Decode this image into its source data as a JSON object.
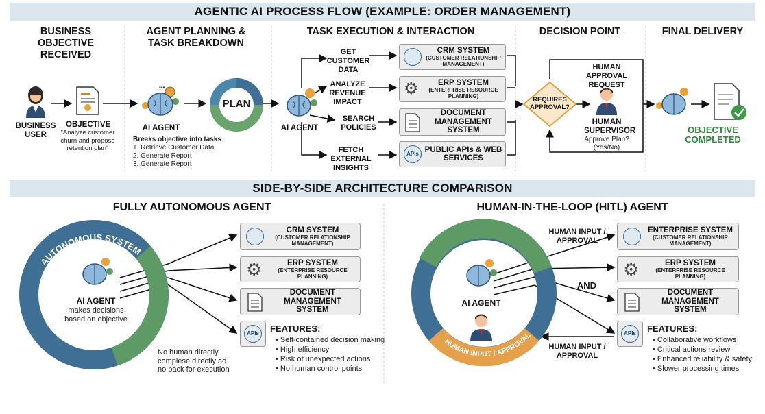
{
  "top_banner": "AGENTIC AI PROCESS FLOW (EXAMPLE: ORDER MANAGEMENT)",
  "stages": {
    "s1": "BUSINESS OBJECTIVE RECEIVED",
    "s2": "AGENT PLANNING & TASK BREAKDOWN",
    "s3": "TASK EXECUTION & INTERACTION",
    "s4": "DECISION POINT",
    "s5": "FINAL DELIVERY"
  },
  "flow": {
    "business_user": "BUSINESS USER",
    "objective_title": "OBJECTIVE",
    "objective_text": "\"Analyze customer churn and propose retention plan\"",
    "ai_agent": "AI AGENT",
    "breaks_title": "Breaks objective into tasks",
    "tasks": [
      "1. Retrieve Customer Data",
      "2. Generate Report",
      "3. Generate Report"
    ],
    "plan": "PLAN",
    "ai_agent2": "AI AGENT",
    "actions": [
      "GET CUSTOMER DATA",
      "ANALYZE REVENUE IMPACT",
      "SEARCH POLICIES",
      "FETCH EXTERNAL INSIGHTS"
    ],
    "systems": [
      {
        "title": "CRM SYSTEM",
        "sub": "(CUSTOMER RELATIONSHIP MANAGEMENT)",
        "icon": "globe-icon"
      },
      {
        "title": "ERP SYSTEM",
        "sub": "(ENTERPRISE RESOURCE PLANNING)",
        "icon": "gear-icon"
      },
      {
        "title": "DOCUMENT MANAGEMENT SYSTEM",
        "sub": "",
        "icon": "document-icon"
      },
      {
        "title": "PUBLIC APIs & WEB SERVICES",
        "sub": "",
        "icon": "api-globe-icon",
        "icon_text": "APIs"
      }
    ],
    "diamond": "REQUIRES APPROVAL?",
    "approval_request": "HUMAN APPROVAL REQUEST",
    "supervisor": "HUMAN SUPERVISOR",
    "approve_q": "Approve Plan? (Yes/No)",
    "completed": "OBJECTIVE COMPLETED"
  },
  "bottom_banner": "SIDE-BY-SIDE ARCHITECTURE COMPARISON",
  "autonomous": {
    "title": "FULLY AUTONOMOUS AGENT",
    "ring_label": "AUTONOMOUS SYSTEM",
    "agent": "AI AGENT",
    "agent_desc": "makes decisions based on objective",
    "note": "No human directly complese directly ao no back for execution",
    "systems": [
      {
        "title": "CRM SYSTEM",
        "sub": "(CUSTOMER RELATIONSHIP MANAGEMENT)"
      },
      {
        "title": "ERP SYSTEM",
        "sub": "(ENTERPRISE RESOURCE PLANNING)"
      },
      {
        "title": "DOCUMENT MANAGEMENT SYSTEM",
        "sub": ""
      }
    ],
    "api_icon_text": "APIs",
    "features_title": "FEATURES:",
    "features": [
      "Self-contained decision making",
      "High efficiency",
      "Risk of unexpected actions",
      "No human control points"
    ]
  },
  "hitl": {
    "title": "HUMAN-IN-THE-LOOP (HITL) AGENT",
    "ring_label": "HUMAN INPUT / APPROVAL",
    "agent": "AI AGENT",
    "input_top": "HUMAN INPUT / APPROVAL",
    "and": "AND",
    "input_bottom": "HUMAN INPUT / APPROVAL",
    "systems": [
      {
        "title": "ENTERPRISE SYSTEM",
        "sub": "(CUSTOMER RELATIONSHIP MANAGEMENT)"
      },
      {
        "title": "ERP SYSTEM",
        "sub": "(ENTERPRISE RESOURCE PLANNING)"
      },
      {
        "title": "DOCUMENT MANAGEMENT SYSTEM",
        "sub": ""
      }
    ],
    "api_icon_text": "APIs",
    "features_title": "FEATURES:",
    "features": [
      "Collaborative workflows",
      "Critical actions review",
      "Enhanced reliability & safety",
      "Slower processing times"
    ]
  },
  "colors": {
    "blue": "#3f6f94",
    "green": "#5e9a66",
    "orange": "#e4a04a",
    "banner": "#dbe6ef",
    "box": "#ececec"
  }
}
